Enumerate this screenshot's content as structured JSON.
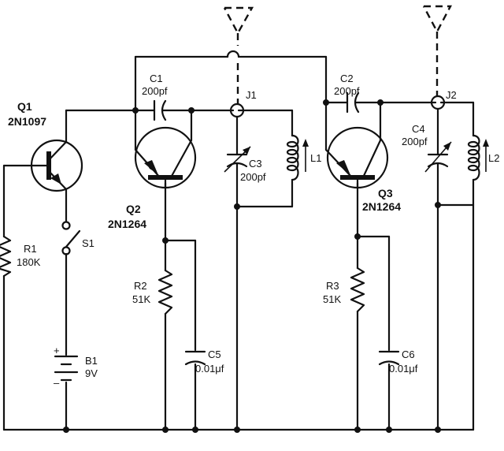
{
  "components": {
    "q1": {
      "ref": "Q1",
      "part": "2N1097"
    },
    "q2": {
      "ref": "Q2",
      "part": "2N1264"
    },
    "q3": {
      "ref": "Q3",
      "part": "2N1264"
    },
    "c1": {
      "ref": "C1",
      "value": "200pf"
    },
    "c2": {
      "ref": "C2",
      "value": "200pf"
    },
    "c3": {
      "ref": "C3",
      "value": "200pf"
    },
    "c4": {
      "ref": "C4",
      "value": "200pf"
    },
    "c5": {
      "ref": "C5",
      "value": "0.01μf"
    },
    "c6": {
      "ref": "C6",
      "value": "0.01μf"
    },
    "r1": {
      "ref": "R1",
      "value": "180K"
    },
    "r2": {
      "ref": "R2",
      "value": "51K"
    },
    "r3": {
      "ref": "R3",
      "value": "51K"
    },
    "l1": {
      "ref": "L1"
    },
    "l2": {
      "ref": "L2"
    },
    "s1": {
      "ref": "S1"
    },
    "b1": {
      "ref": "B1",
      "value": "9V",
      "polarity_plus": "+",
      "polarity_minus": "–"
    },
    "j1": {
      "ref": "J1"
    },
    "j2": {
      "ref": "J2"
    }
  }
}
